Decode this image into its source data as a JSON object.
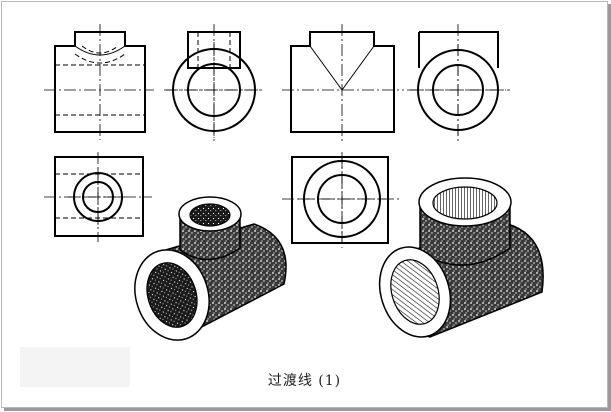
{
  "caption": "过渡线 (1)",
  "colors": {
    "ink": "#000000",
    "paper": "#ffffff",
    "frame": "#b8b8b8"
  },
  "views": [
    "front-view-1",
    "side-view-1",
    "top-view-1",
    "front-view-2",
    "side-view-2",
    "top-view-2",
    "isometric-tee-1",
    "isometric-tee-2"
  ]
}
